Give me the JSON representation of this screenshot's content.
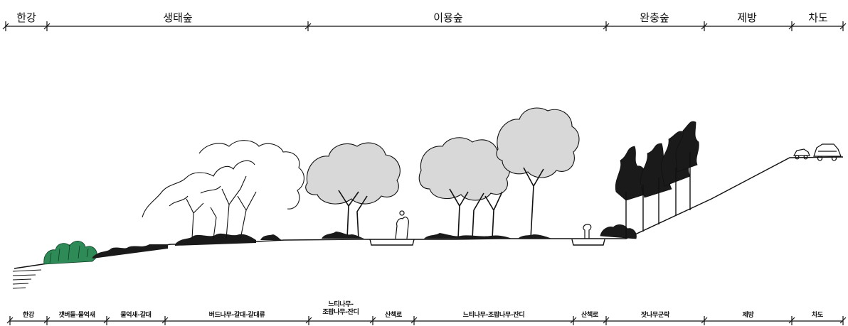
{
  "colors": {
    "line": "#111111",
    "canopy_fill": "#d8d8d8",
    "reed_green": "#2e8b57",
    "dark_foliage": "#1a1a1a"
  },
  "top_zones": [
    {
      "id": "hangang",
      "label": "한강"
    },
    {
      "id": "ecoforest",
      "label": "생태숲"
    },
    {
      "id": "useforest",
      "label": "이용숲"
    },
    {
      "id": "bufferforest",
      "label": "완충숲"
    },
    {
      "id": "levee",
      "label": "제방"
    },
    {
      "id": "roadway",
      "label": "차도"
    }
  ],
  "bottom_zones": [
    {
      "id": "b-hangang",
      "label": "한강"
    },
    {
      "id": "b-reed1",
      "label": "갯버들-물억새"
    },
    {
      "id": "b-reed2",
      "label": "물억새-갈대"
    },
    {
      "id": "b-birch",
      "label": "버드나무-갈대-갈대류"
    },
    {
      "id": "b-zelkova1",
      "label": "느티나무-\n조팝나무-잔디"
    },
    {
      "id": "b-path1",
      "label": "산책로"
    },
    {
      "id": "b-zelkova2",
      "label": "느티나무-조팝나무-잔디"
    },
    {
      "id": "b-path2",
      "label": "산책로"
    },
    {
      "id": "b-pine",
      "label": "잣나무군락"
    },
    {
      "id": "b-levee",
      "label": "제방"
    },
    {
      "id": "b-road",
      "label": "차도"
    }
  ]
}
